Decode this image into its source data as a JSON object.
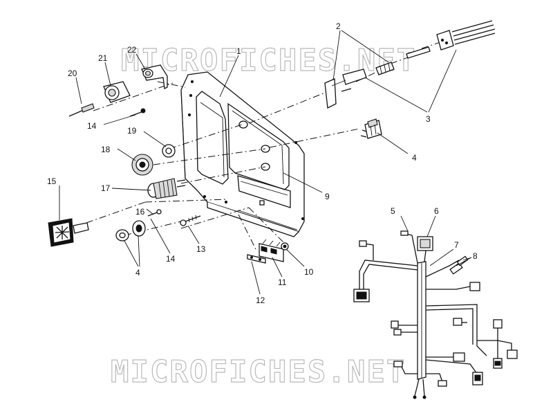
{
  "watermarks": [
    "MICROFICHES.NET",
    "MICROFICHES.NET"
  ],
  "callouts": {
    "c1": "1",
    "c2": "2",
    "c3": "3",
    "c4a": "4",
    "c4b": "4",
    "c5": "5",
    "c6": "6",
    "c7": "7",
    "c8": "8",
    "c9": "9",
    "c10": "10",
    "c11": "11",
    "c12": "12",
    "c13": "13",
    "c14a": "14",
    "c14b": "14",
    "c15": "15",
    "c16": "16",
    "c17": "17",
    "c18": "18",
    "c19": "19",
    "c20": "20",
    "c21": "21",
    "c22": "22"
  },
  "colors": {
    "line": "#111111",
    "watermark": "#b9b9b9",
    "background": "#ffffff"
  }
}
